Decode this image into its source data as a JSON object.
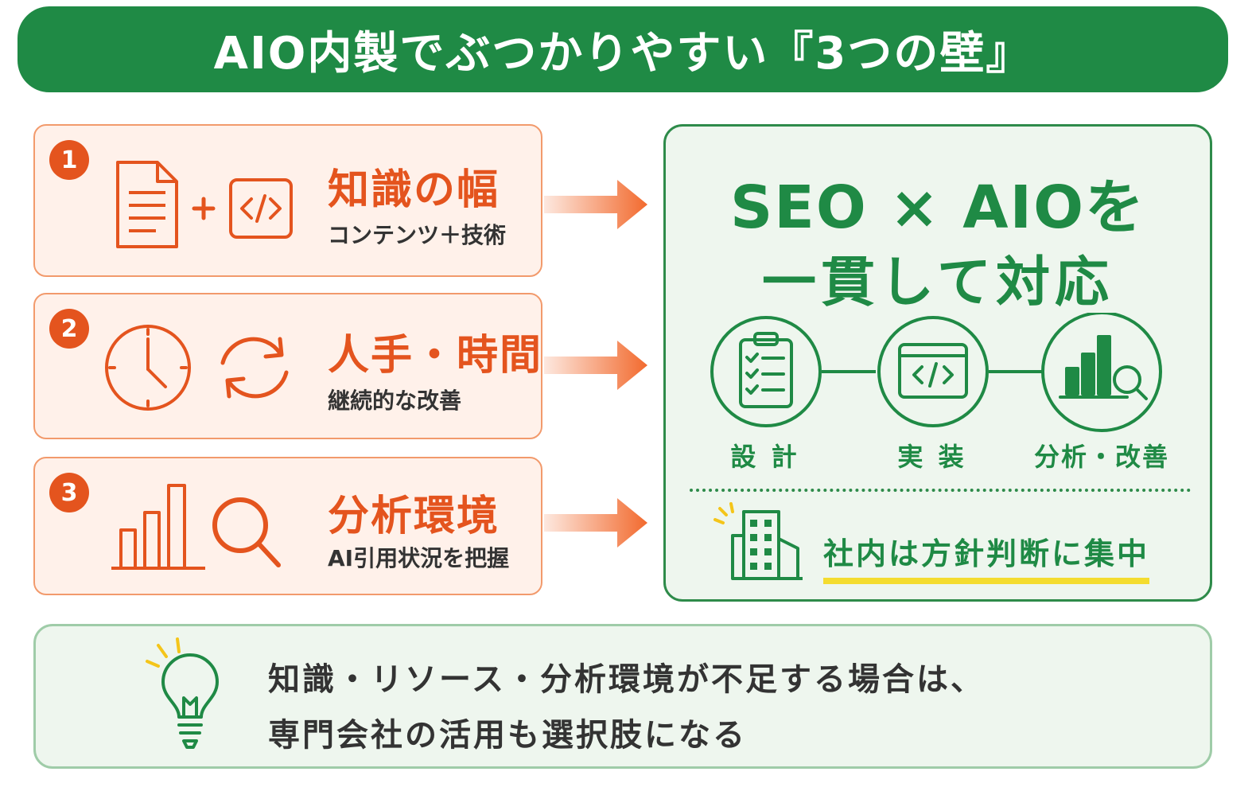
{
  "title": "AIO内製でぶつかりやすい『3つの壁』",
  "walls": [
    {
      "number": "1",
      "title": "知識の幅",
      "subtitle": "コンテンツ＋技術"
    },
    {
      "number": "2",
      "title": "人手・時間",
      "subtitle": "継続的な改善"
    },
    {
      "number": "3",
      "title": "分析環境",
      "subtitle": "AI引用状況を把握"
    }
  ],
  "solution": {
    "headline_line1": "SEO × AIOを",
    "headline_line2": "一貫して対応",
    "steps": [
      "設 計",
      "実 装",
      "分析・改善"
    ],
    "focus_text": "社内は方針判断に集中"
  },
  "note": {
    "line1": "知識・リソース・分析環境が不足する場合は、",
    "line2": "専門会社の活用も選択肢になる"
  },
  "colors": {
    "green": "#1f8a45",
    "orange": "#e4541e",
    "wall_bg": "#fff1ea",
    "highlight": "#f4dc2f"
  },
  "icons": {
    "wall1": [
      "document-icon",
      "plus-icon",
      "code-icon"
    ],
    "wall2": [
      "clock-icon",
      "refresh-icon"
    ],
    "wall3": [
      "bar-chart-icon",
      "magnifier-icon"
    ],
    "steps": [
      "clipboard-checklist-icon",
      "code-window-icon",
      "chart-search-icon"
    ],
    "focus": "building-icon",
    "note": "lightbulb-icon"
  }
}
